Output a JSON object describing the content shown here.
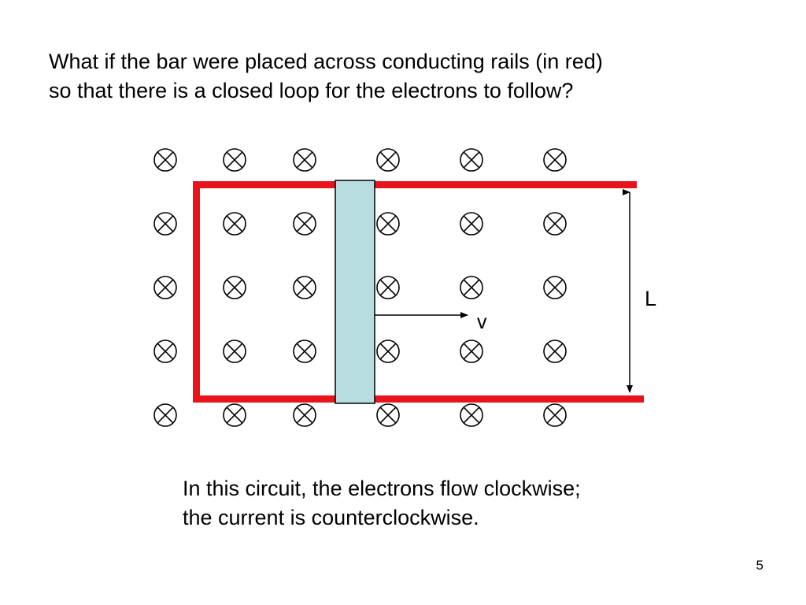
{
  "slide": {
    "title_lines": [
      "What if the bar were placed across conducting rails (in red)",
      "so that there is a closed loop for the electrons to follow?"
    ],
    "note_lines": [
      "In this circuit, the electrons flow clockwise;",
      "the current is counterclockwise."
    ],
    "slide_number": "5"
  },
  "diagram": {
    "field_symbol": "into-page-x-icon",
    "field_grid": {
      "rows": 5,
      "columns": 6
    },
    "labels": {
      "length": "L",
      "velocity": "v"
    },
    "colors": {
      "rail": "#e8141b",
      "bar": "#b7dde0",
      "bar_outline": "#000000",
      "symbol": "#000000"
    }
  }
}
